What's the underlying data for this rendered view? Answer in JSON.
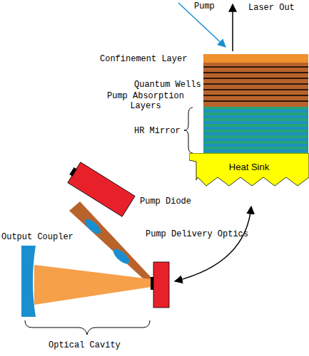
{
  "diagram": {
    "nodes": [
      {
        "text": [
          "Heat Sink"
        ]
      }
    ],
    "labels": [
      "Pump",
      "Laser Out",
      "Confinement Layer",
      "Quantum Wells",
      "Pump Absorption Layers",
      "HR Mirror",
      "Pump Diode",
      "Pump Delivery Optics",
      "Output Coupler",
      "Optical Cavity"
    ]
  }
}
